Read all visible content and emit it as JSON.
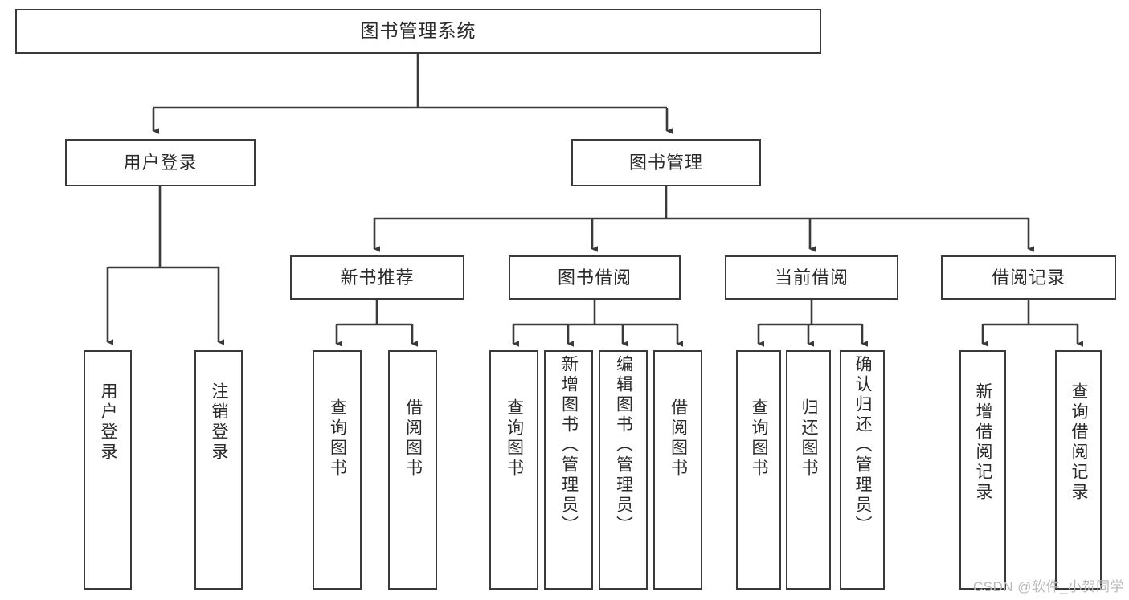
{
  "diagram": {
    "title": "图书管理系统",
    "type": "tree",
    "watermark": "CSDN @软件_小贺同学",
    "colors": {
      "box_border": "#3a3a3a",
      "box_fill": "#ffffff",
      "connector": "#3a3a3a",
      "text": "#2b2b2b",
      "watermark": "#b9b9b9"
    },
    "root": {
      "label": "图书管理系统"
    },
    "level2": [
      {
        "id": "user-login",
        "label": "用户登录"
      },
      {
        "id": "book-manage",
        "label": "图书管理"
      }
    ],
    "level3": [
      {
        "id": "new-book-recommend",
        "label": "新书推荐",
        "parent": "book-manage"
      },
      {
        "id": "book-borrow",
        "label": "图书借阅",
        "parent": "book-manage"
      },
      {
        "id": "current-borrow",
        "label": "当前借阅",
        "parent": "book-manage"
      },
      {
        "id": "borrow-record",
        "label": "借阅记录",
        "parent": "book-manage"
      }
    ],
    "leaves": [
      {
        "id": "leaf-user-login",
        "label": "用户登录",
        "parent": "user-login"
      },
      {
        "id": "leaf-user-logout",
        "label": "注销登录",
        "parent": "user-login"
      },
      {
        "id": "leaf-query-book-1",
        "label": "查询图书",
        "parent": "new-book-recommend"
      },
      {
        "id": "leaf-borrow-book-1",
        "label": "借阅图书",
        "parent": "new-book-recommend"
      },
      {
        "id": "leaf-query-book-2",
        "label": "查询图书",
        "parent": "book-borrow"
      },
      {
        "id": "leaf-add-book",
        "label": "新增图书（管理员）",
        "parent": "book-borrow"
      },
      {
        "id": "leaf-edit-book",
        "label": "编辑图书（管理员）",
        "parent": "book-borrow"
      },
      {
        "id": "leaf-borrow-book-2",
        "label": "借阅图书",
        "parent": "book-borrow"
      },
      {
        "id": "leaf-query-book-3",
        "label": "查询图书",
        "parent": "current-borrow"
      },
      {
        "id": "leaf-return-book",
        "label": "归还图书",
        "parent": "current-borrow"
      },
      {
        "id": "leaf-confirm-return",
        "label": "确认归还（管理员）",
        "parent": "current-borrow"
      },
      {
        "id": "leaf-add-record",
        "label": "新增借阅记录",
        "parent": "borrow-record"
      },
      {
        "id": "leaf-query-record",
        "label": "查询借阅记录",
        "parent": "borrow-record"
      }
    ]
  }
}
